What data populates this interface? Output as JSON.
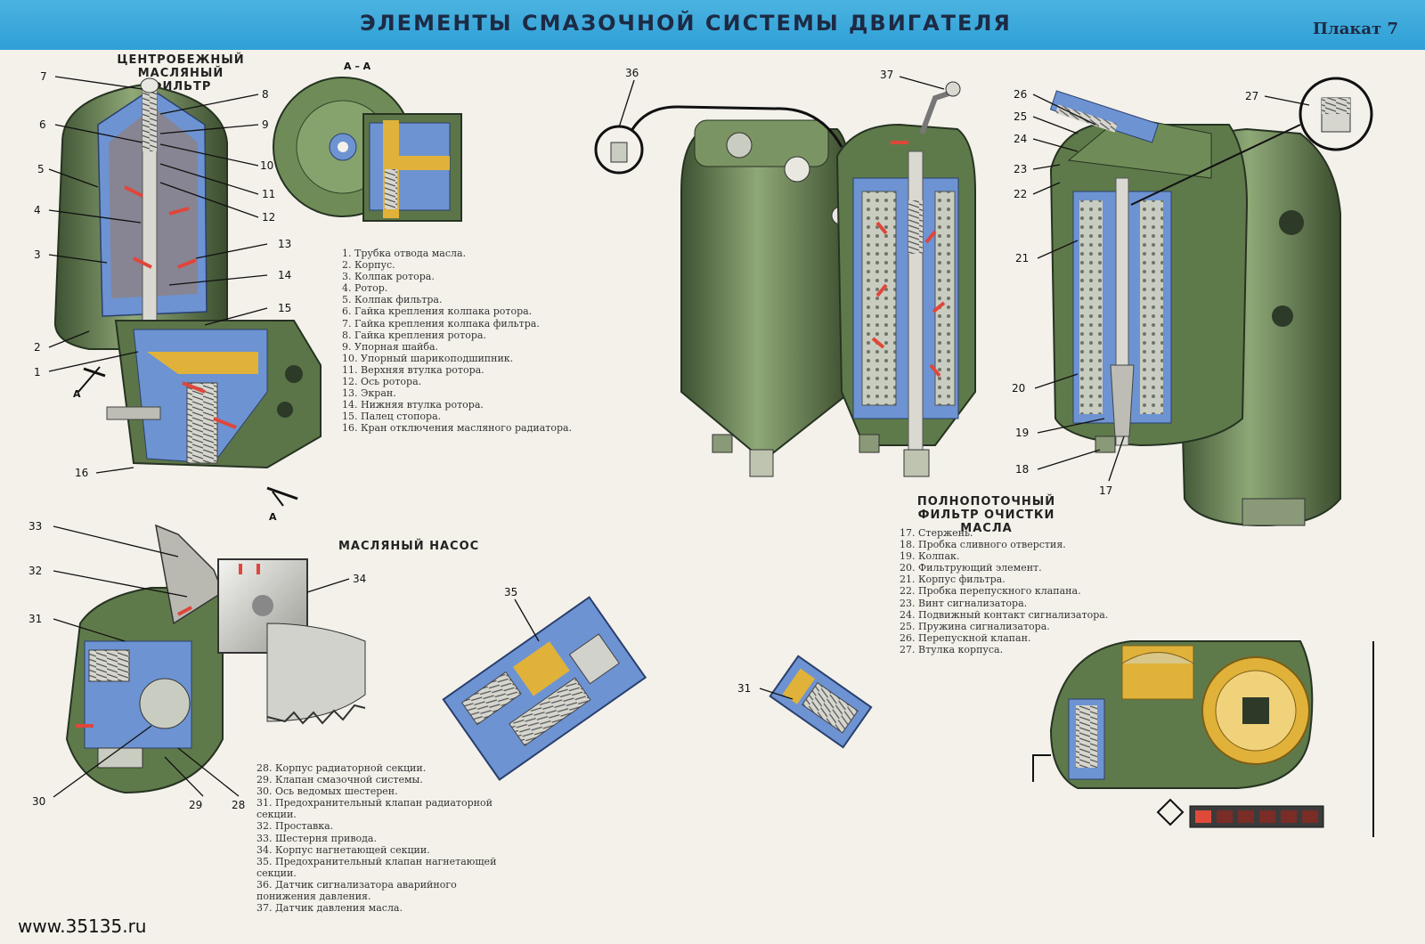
{
  "header": {
    "title": "ЭЛЕМЕНТЫ СМАЗОЧНОЙ СИСТЕМЫ ДВИГАТЕЛЯ",
    "plakat": "Плакат 7"
  },
  "sections": {
    "centrifugal_filter": "ЦЕНТРОБЕЖНЫЙ МАСЛЯНЫЙ ФИЛЬТР",
    "section_aa": "А – А",
    "full_flow_filter": "ПОЛНОПОТОЧНЫЙ ФИЛЬТР ОЧИСТКИ МАСЛА",
    "oil_pump": "МАСЛЯНЫЙ НАСОС"
  },
  "cut_marks": {
    "a_left": "А",
    "a_bottom": "А"
  },
  "legend_centrifugal": [
    "1. Трубка отвода масла.",
    "2. Корпус.",
    "3. Колпак ротора.",
    "4. Ротор.",
    "5. Колпак фильтра.",
    "6. Гайка крепления колпака ротора.",
    "7. Гайка крепления колпака фильтра.",
    "8. Гайка крепления ротора.",
    "9. Упорная шайба.",
    "10. Упорный шарикоподшипник.",
    "11. Верхняя втулка ротора.",
    "12. Ось ротора.",
    "13. Экран.",
    "14. Нижняя втулка ротора.",
    "15. Палец стопора.",
    "16. Кран отключения масляного радиатора."
  ],
  "legend_full_flow": [
    "17. Стержень.",
    "18. Пробка сливного отверстия.",
    "19. Колпак.",
    "20. Фильтрующий элемент.",
    "21. Корпус фильтра.",
    "22. Пробка перепускного клапана.",
    "23. Винт сигнализатора.",
    "24. Подвижный контакт сигнализатора.",
    "25. Пружина сигнализатора.",
    "26. Перепускной клапан.",
    "27. Втулка корпуса."
  ],
  "legend_pump": [
    "28. Корпус радиаторной секции.",
    "29. Клапан смазочной системы.",
    "30. Ось ведомых шестерен.",
    "31. Предохранительный клапан радиаторной секции.",
    "32. Проставка.",
    "33. Шестерня привода.",
    "34. Корпус нагнетающей секции.",
    "35. Предохранительный клапан нагнетающей секции.",
    "36. Датчик сигнализатора аварийного понижения давления.",
    "37. Датчик давления масла."
  ],
  "callouts": [
    "1",
    "2",
    "3",
    "4",
    "5",
    "6",
    "7",
    "8",
    "9",
    "10",
    "11",
    "12",
    "13",
    "14",
    "15",
    "16",
    "17",
    "18",
    "19",
    "20",
    "21",
    "22",
    "23",
    "24",
    "25",
    "26",
    "27",
    "28",
    "29",
    "30",
    "31",
    "32",
    "33",
    "34",
    "35",
    "36",
    "37"
  ],
  "callout_31b": "31",
  "watermark": "www.35135.ru",
  "colors": {
    "header_blue": "#3aa8dc",
    "body_green": "#5f7a4a",
    "section_blue": "#5b8fd6",
    "oil_yellow": "#e0b23a",
    "arrow_red": "#e0463a"
  }
}
